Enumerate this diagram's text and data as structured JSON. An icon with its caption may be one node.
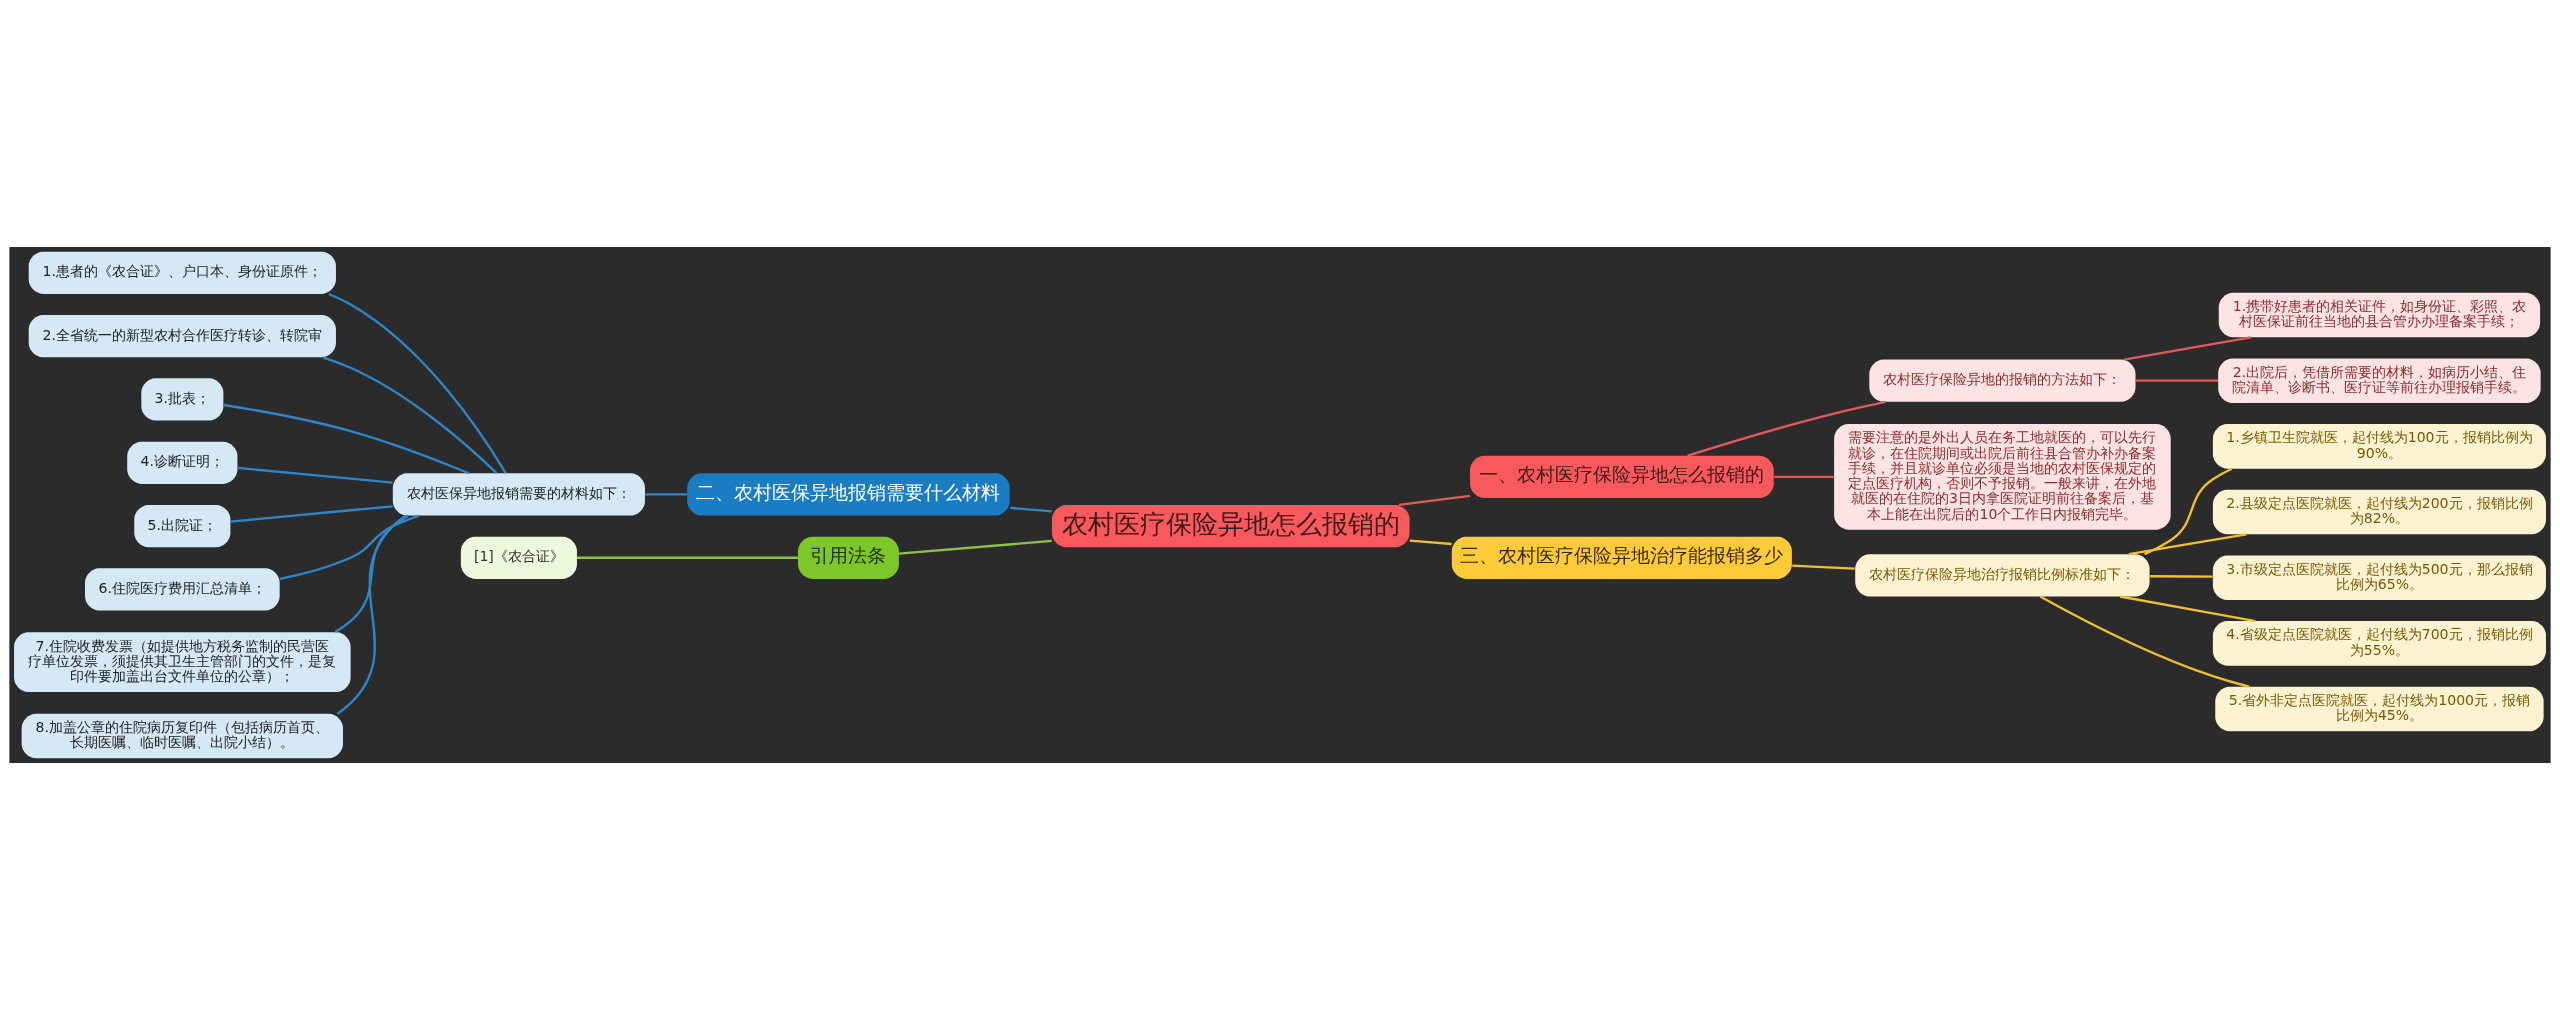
{
  "diagram": {
    "nodes": [
      {
        "text": [
          "农村医疗保险异地怎么报销的"
        ]
      },
      {
        "text": [
          "二、农村医保异地报销需要什么材料"
        ]
      },
      {
        "text": [
          "农村医保异地报销需要的材料如下："
        ]
      },
      {
        "text": [
          "1.患者的《农合证》、户口本、身份证原件；"
        ]
      },
      {
        "text": [
          "2.全省统一的新型农村合作医疗转诊、转院审"
        ]
      },
      {
        "text": [
          "3.批表；"
        ]
      },
      {
        "text": [
          "4.诊断证明；"
        ]
      },
      {
        "text": [
          "5.出院证；"
        ]
      },
      {
        "text": [
          "6.住院医疗费用汇总清单；"
        ]
      },
      {
        "text": [
          "7.住院收费发票（如提供地方税务监制的民营医疗单位发票，须提供其卫生主管部门的文件，是复印件要加盖出台文件单位的公章）；"
        ]
      },
      {
        "text": [
          "8.加盖公章的住院病历复印件（包括病历首页、长期医嘱、临时医嘱、出院小结）。"
        ]
      },
      {
        "text": [
          "引用法条"
        ]
      },
      {
        "text": [
          "[1]《农合证》"
        ]
      },
      {
        "text": [
          "一、农村医疗保险异地怎么报销的"
        ]
      },
      {
        "text": [
          "农村医疗保险异地的报销的方法如下："
        ]
      },
      {
        "text": [
          "1.携带好患者的相关证件，如身份证、彩照、农村医保证前往当地的县合管办办理备案手续；"
        ]
      },
      {
        "text": [
          "2.出院后，凭借所需要的材料，如病历小结、住院清单、诊断书、医疗证等前往办理报销手续。"
        ]
      },
      {
        "text": [
          "需要注意的是外出人员在务工地就医的，可以先行就诊，在住院期间或出院后前往县合管办补办备案手续，并且就诊单位必须是当地的农村医保规定的定点医疗机构，否则不予报销。一般来讲，在外地就医的在住院的3日内拿医院证明前往备案后，基本上能在出院后的10个工作日内报销完毕。"
        ]
      },
      {
        "text": [
          "三、农村医疗保险异地治疗能报销多少"
        ]
      },
      {
        "text": [
          "农村医疗保险异地治疗报销比例标准如下："
        ]
      },
      {
        "text": [
          "1.乡镇卫生院就医，起付线为100元，报销比例为90%。"
        ]
      },
      {
        "text": [
          "2.县级定点医院就医，起付线为200元，报销比例为82%。"
        ]
      },
      {
        "text": [
          "3.市级定点医院就医，起付线为500元，那么报销比例为65%。"
        ]
      },
      {
        "text": [
          "4.省级定点医院就医，起付线为700元，报销比例为55%。"
        ]
      },
      {
        "text": [
          "5.省外非定点医院就医，起付线为1000元，报销比例为45%。"
        ]
      }
    ],
    "edges": [
      {
        "from": 3,
        "to": 2,
        "arrow": "none",
        "color": "#2e86c8"
      },
      {
        "from": 4,
        "to": 2,
        "arrow": "none",
        "color": "#2e86c8"
      },
      {
        "from": 5,
        "to": 2,
        "arrow": "none",
        "color": "#2e86c8"
      },
      {
        "from": 6,
        "to": 2,
        "arrow": "none",
        "color": "#2e86c8"
      },
      {
        "from": 7,
        "to": 2,
        "arrow": "none",
        "color": "#2e86c8"
      },
      {
        "from": 8,
        "to": 2,
        "arrow": "none",
        "color": "#2e86c8"
      },
      {
        "from": 9,
        "to": 2,
        "arrow": "none",
        "color": "#2e86c8"
      },
      {
        "from": 10,
        "to": 2,
        "arrow": "none",
        "color": "#2e86c8"
      },
      {
        "from": 2,
        "to": 1,
        "arrow": "none",
        "color": "#2e86c8"
      },
      {
        "from": 1,
        "to": 0,
        "arrow": "none",
        "color": "#2e86c8"
      },
      {
        "from": 12,
        "to": 11,
        "arrow": "none",
        "color": "#8bc34a"
      },
      {
        "from": 11,
        "to": 0,
        "arrow": "none",
        "color": "#8bc34a"
      },
      {
        "from": 0,
        "to": 13,
        "arrow": "none",
        "color": "#e05a5a"
      },
      {
        "from": 13,
        "to": 14,
        "arrow": "none",
        "color": "#e05a5a"
      },
      {
        "from": 14,
        "to": 15,
        "arrow": "none",
        "color": "#e05a5a"
      },
      {
        "from": 14,
        "to": 16,
        "arrow": "none",
        "color": "#e05a5a"
      },
      {
        "from": 13,
        "to": 17,
        "arrow": "none",
        "color": "#e05a5a"
      },
      {
        "from": 0,
        "to": 18,
        "arrow": "none",
        "color": "#f0c030"
      },
      {
        "from": 18,
        "to": 19,
        "arrow": "none",
        "color": "#f0c030"
      },
      {
        "from": 19,
        "to": 20,
        "arrow": "none",
        "color": "#f0c030"
      },
      {
        "from": 19,
        "to": 21,
        "arrow": "none",
        "color": "#f0c030"
      },
      {
        "from": 19,
        "to": 22,
        "arrow": "none",
        "color": "#f0c030"
      },
      {
        "from": 19,
        "to": 23,
        "arrow": "none",
        "color": "#f0c030"
      },
      {
        "from": 19,
        "to": 24,
        "arrow": "none",
        "color": "#f0c030"
      }
    ]
  }
}
